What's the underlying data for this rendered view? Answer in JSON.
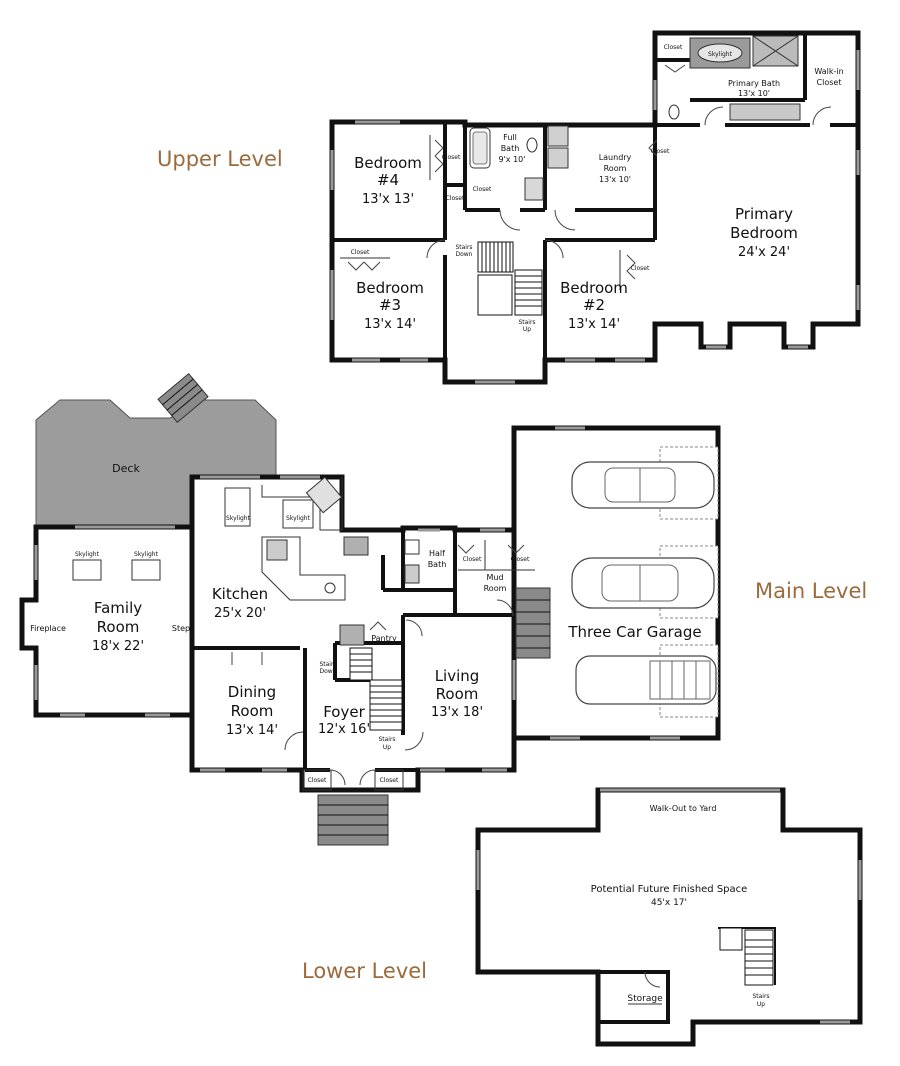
{
  "levels": {
    "upper": "Upper Level",
    "main": "Main Level",
    "lower": "Lower Level"
  },
  "colors": {
    "level_label": "#9b6b3e",
    "wall": "#111111",
    "deck": "#9c9c9c",
    "stairs_exterior": "#8a8a8a"
  },
  "upper_rooms": {
    "bedroom4": {
      "name": "Bedroom",
      "number": "#4",
      "dims": "13'x 13'"
    },
    "bedroom3": {
      "name": "Bedroom",
      "number": "#3",
      "dims": "13'x 14'"
    },
    "bedroom2": {
      "name": "Bedroom",
      "number": "#2",
      "dims": "13'x 14'"
    },
    "primary_bedroom": {
      "name": "Primary",
      "name2": "Bedroom",
      "dims": "24'x 24'"
    },
    "primary_bath": {
      "name": "Primary Bath",
      "dims": "13'x 10'"
    },
    "full_bath": {
      "name": "Full",
      "name2": "Bath",
      "dims": "9'x 10'"
    },
    "laundry": {
      "name": "Laundry",
      "name2": "Room",
      "dims": "13'x 10'"
    },
    "skylight": "Skylight",
    "walkin": "Walk-in",
    "walkin2": "Closet",
    "closet": "Closet",
    "stairs_down": "Stairs",
    "stairs_down2": "Down",
    "stairs_up": "Stairs",
    "stairs_up2": "Up"
  },
  "main_rooms": {
    "deck": "Deck",
    "family": {
      "name": "Family",
      "name2": "Room",
      "dims": "18'x 22'"
    },
    "fireplace": "Fireplace",
    "step": "Step",
    "kitchen": {
      "name": "Kitchen",
      "dims": "25'x 20'"
    },
    "skylight": "Skylight",
    "dining": {
      "name": "Dining",
      "name2": "Room",
      "dims": "13'x 14'"
    },
    "foyer": {
      "name": "Foyer",
      "dims": "12'x 16'"
    },
    "living": {
      "name": "Living",
      "name2": "Room",
      "dims": "13'x 18'"
    },
    "half_bath": {
      "name": "Half",
      "name2": "Bath"
    },
    "mud_room": {
      "name": "Mud",
      "name2": "Room"
    },
    "garage": "Three Car Garage",
    "pantry": "Pantry",
    "closet": "Closet",
    "stairs_down": "Stairs",
    "stairs_down2": "Down",
    "stairs_up": "Stairs",
    "stairs_up2": "Up"
  },
  "lower_rooms": {
    "walkout": "Walk-Out to Yard",
    "future": {
      "name": "Potential Future Finished Space",
      "dims": "45'x 17'"
    },
    "storage": "Storage",
    "stairs_up": "Stairs",
    "stairs_up2": "Up"
  }
}
